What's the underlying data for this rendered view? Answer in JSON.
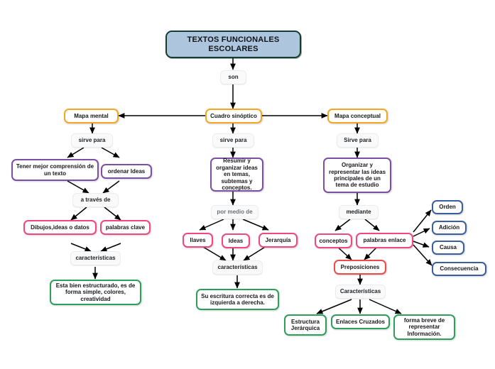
{
  "diagram": {
    "title": "TEXTOS FUNCIONALES ESCOLARES",
    "type": "concept-map",
    "language": "es",
    "palette": {
      "root_fill": "#adc5dd",
      "root_border": "#123d33",
      "orange": "#f5a623",
      "purple": "#7c4fa4",
      "pink": "#f0477f",
      "red": "#ec4b4b",
      "green": "#2e9e5b",
      "blue": "#3a5f9e",
      "link_fill": "#fafafa",
      "edge": "#000000",
      "background": "#ffffff"
    }
  },
  "nodes": {
    "root": "TEXTOS FUNCIONALES\nESCOLARES",
    "root_line1": "TEXTOS FUNCIONALES",
    "root_line2": "ESCOLARES",
    "son": "son",
    "mapa_mental": "Mapa mental",
    "cuadro_sinoptico": "Cuadro sinóptico",
    "mapa_conceptual": "Mapa conceptual",
    "sirve_para_izq": "sirve para",
    "sirve_para_centro": "sirve para",
    "sirve_para_der": "Sirve para",
    "tener_mejor": "Tener mejor comprensión de un texto",
    "ordenar_ideas": "ordenar Ideas",
    "resumir": "Resumir y organizar ideas en temas, subtemas y conceptos.",
    "organizar": "Organizar y representar las ideas principales de un tema de estudio",
    "a_traves_de": "a través de",
    "por_medio_de": "por medio de",
    "mediante": "mediante",
    "dibujos": "Dibujos,ideas o datos",
    "palabras_clave": "palabras clave",
    "llaves": "llaves",
    "ideas": "Ideas",
    "jerarquia": "Jerarquía",
    "conceptos": "conceptos",
    "palabras_enlace": "palabras enlace",
    "preposiciones": "Preposiciones",
    "orden": "Orden",
    "adicion": "Adición",
    "causa": "Causa",
    "consecuencia": "Consecuencia",
    "caracteristicas_izq": "características",
    "caracteristicas_centro": "características",
    "caracteristicas_der": "Características",
    "esta_bien": "Esta bien estructurado, es de forma simple, colores, creatividad",
    "su_escritura": "Su escritura correcta es de izquierda a derecha.",
    "estructura_jerarquica": "Estructura Jerárquica",
    "enlaces_cruzados": "Enlaces Cruzados",
    "forma_breve": "forma breve de representar Información."
  }
}
